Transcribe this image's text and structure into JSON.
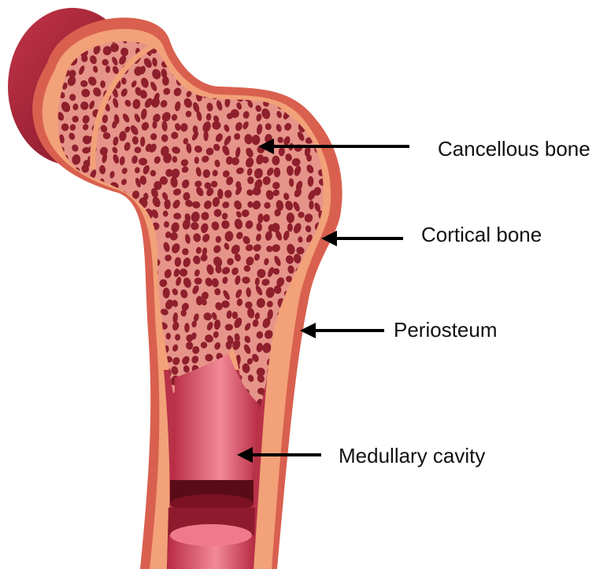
{
  "diagram": {
    "labels": {
      "cancellous": "Cancellous bone",
      "cortical": "Cortical bone",
      "periosteum": "Periosteum",
      "medullary": "Medullary cavity"
    },
    "colors": {
      "outer_shell": "#a8243a",
      "periosteum": "#c2464f",
      "cortical": "#f0a07a",
      "spongy_fill": "#e58a8a",
      "pores": "#8e1f2c",
      "cavity": "#c9374b",
      "cavity_highlight": "#f07a8a"
    }
  }
}
